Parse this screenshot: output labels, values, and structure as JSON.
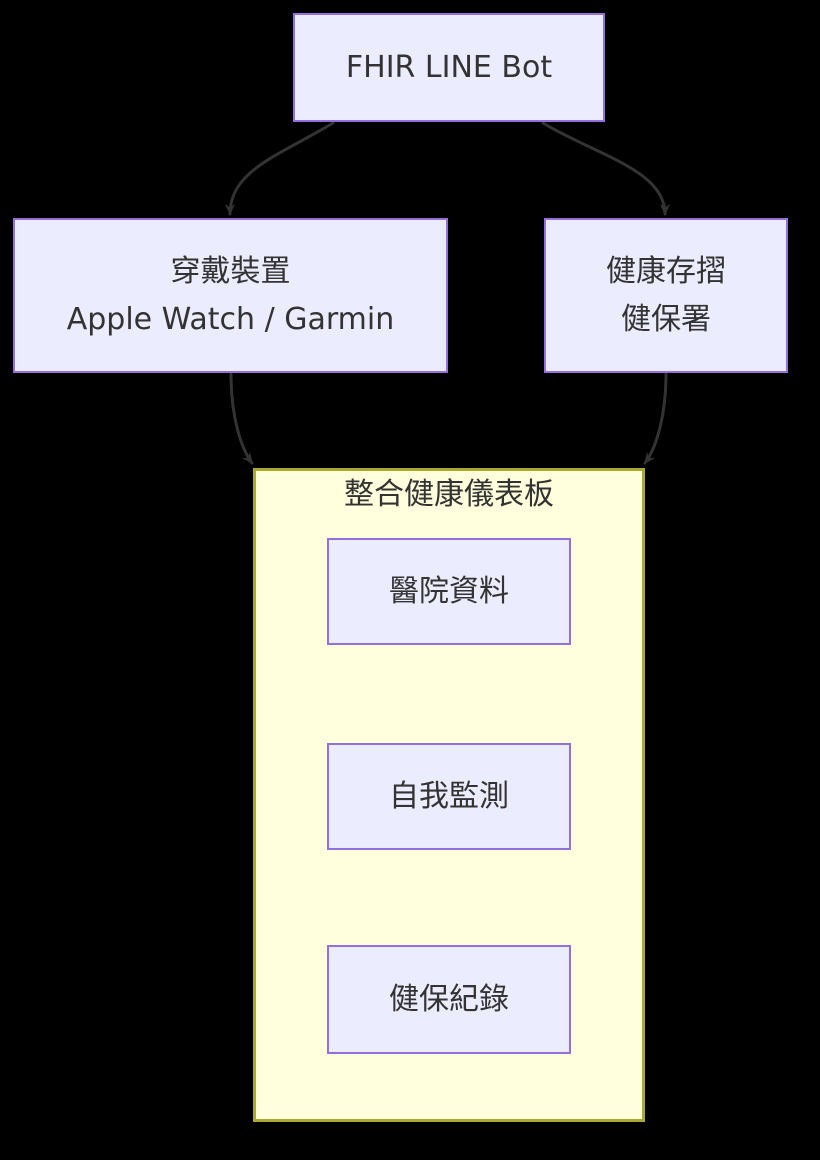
{
  "diagram_type": "flowchart-top-down",
  "background_color": "#000000",
  "palette": {
    "node_fill": "#ECECFF",
    "node_border": "#9370DB",
    "cluster_fill": "#FFFFDE",
    "cluster_border": "#AAAA33",
    "text_color": "#333333",
    "edge_color": "#333333"
  },
  "nodes": {
    "fhir_bot": {
      "label": "FHIR LINE Bot"
    },
    "wearable": {
      "line1": "穿戴裝置",
      "line2": "Apple Watch / Garmin"
    },
    "health_passbook": {
      "line1": "健康存摺",
      "line2": "健保署"
    },
    "hospital_data": {
      "label": "醫院資料"
    },
    "self_monitoring": {
      "label": "自我監測"
    },
    "nhi_records": {
      "label": "健保紀錄"
    }
  },
  "cluster": {
    "label": "整合健康儀表板"
  },
  "edges": [
    {
      "from": "FHIR LINE Bot",
      "to": "穿戴裝置 Apple Watch / Garmin",
      "style": "curved-arrow"
    },
    {
      "from": "FHIR LINE Bot",
      "to": "健康存摺 健保署",
      "style": "curved-arrow"
    },
    {
      "from": "穿戴裝置 Apple Watch / Garmin",
      "to": "整合健康儀表板",
      "style": "curved-arrow"
    },
    {
      "from": "健康存摺 健保署",
      "to": "整合健康儀表板",
      "style": "curved-arrow"
    }
  ]
}
